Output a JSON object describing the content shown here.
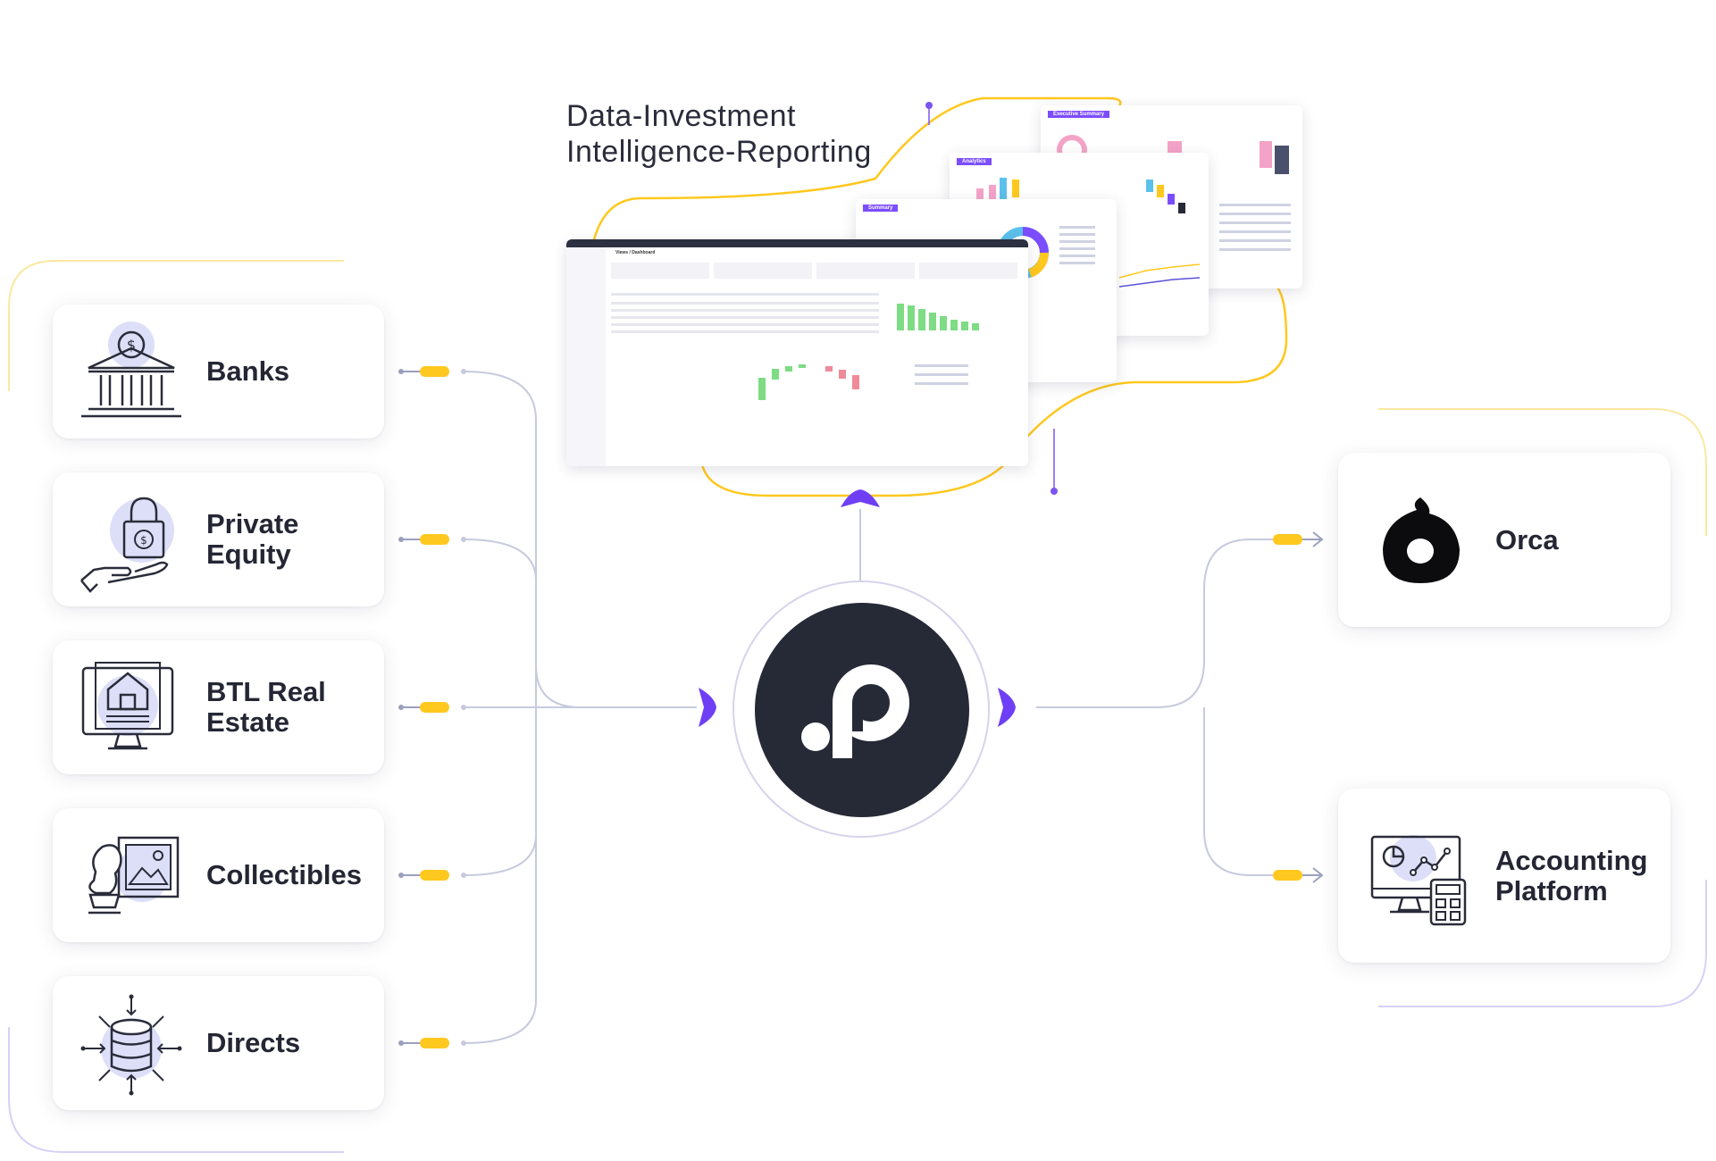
{
  "heading": "Data-Investment\nIntelligence-Reporting",
  "colors": {
    "accent_yellow": "#ffc81e",
    "accent_purple": "#6f3ff5",
    "hub_dark": "#262a37",
    "line_gray": "#b9bdd6"
  },
  "sources": [
    {
      "label": "Banks",
      "icon": "bank-icon"
    },
    {
      "label": "Private\nEquity",
      "icon": "padlock-hand-icon"
    },
    {
      "label": "BTL Real\nEstate",
      "icon": "house-monitor-icon"
    },
    {
      "label": "Collectibles",
      "icon": "bust-painting-icon"
    },
    {
      "label": "Directs",
      "icon": "database-arrows-icon"
    }
  ],
  "destinations": [
    {
      "label": "Orca",
      "icon": "orca-logo-icon"
    },
    {
      "label": "Accounting\nPlatform",
      "icon": "monitor-calculator-icon"
    }
  ],
  "hub": {
    "logo_text": ".p",
    "icon": "platform-logo-icon"
  },
  "reports": {
    "executive_summary_tab": "Executive Summary",
    "analytics_tab": "Analytics",
    "summary_tab": "Summary",
    "dashboard_title": "Views / Dashboard"
  }
}
